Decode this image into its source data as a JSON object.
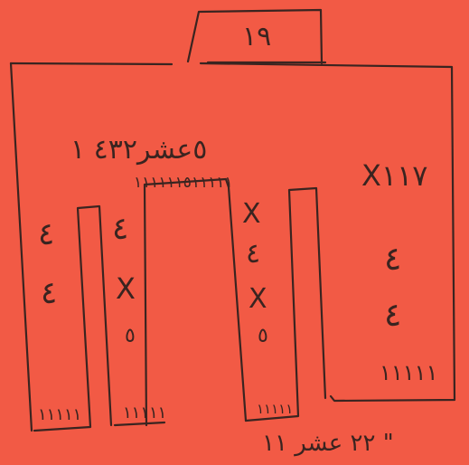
{
  "colors": {
    "background": "#f25a45",
    "ink": "#3a2420"
  },
  "top_box": {
    "label": "١٩"
  },
  "header_row": {
    "label": "٥عشر٤٣٢ ١"
  },
  "under_header_marks": "١١١١١١٥١١١١١",
  "right_panel": {
    "top": "X١١٧",
    "row2": "٤",
    "row3": "٤",
    "tally": "١١١١١"
  },
  "column_1": {
    "row1": "٤",
    "row2": "٤",
    "tally": "١١١١١"
  },
  "column_2": {
    "row1": "٤",
    "row2": "X",
    "row3": "٥",
    "tally": "١١١١١"
  },
  "column_3": {
    "row1": "X",
    "row2": "٤",
    "row3": "X",
    "row4": "٥",
    "tally": "١١١١١"
  },
  "bottom_label": "٢٢ عشر ١١ \""
}
